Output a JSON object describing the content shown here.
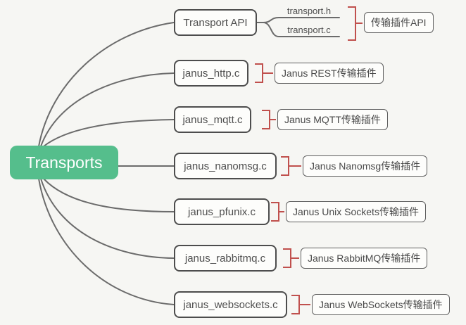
{
  "root": {
    "label": "Transports"
  },
  "colors": {
    "background": "#f6f6f3",
    "root_bg": "#55be8c",
    "root_text": "#ffffff",
    "branch_line": "#6b6b6b",
    "branch_border": "#4d4d4d",
    "summary_bracket": "#c0504d",
    "node_text": "#4f4f4f"
  },
  "branches": [
    {
      "label": "Transport API",
      "children": [
        {
          "label": "transport.h"
        },
        {
          "label": "transport.c"
        }
      ],
      "summary": "传输插件API"
    },
    {
      "label": "janus_http.c",
      "summary": "Janus REST传输插件"
    },
    {
      "label": "janus_mqtt.c",
      "summary": "Janus MQTT传输插件"
    },
    {
      "label": "janus_nanomsg.c",
      "summary": "Janus Nanomsg传输插件"
    },
    {
      "label": "janus_pfunix.c",
      "summary": "Janus Unix Sockets传输插件"
    },
    {
      "label": "janus_rabbitmq.c",
      "summary": "Janus RabbitMQ传输插件"
    },
    {
      "label": "janus_websockets.c",
      "summary": "Janus WebSockets传输插件"
    }
  ]
}
